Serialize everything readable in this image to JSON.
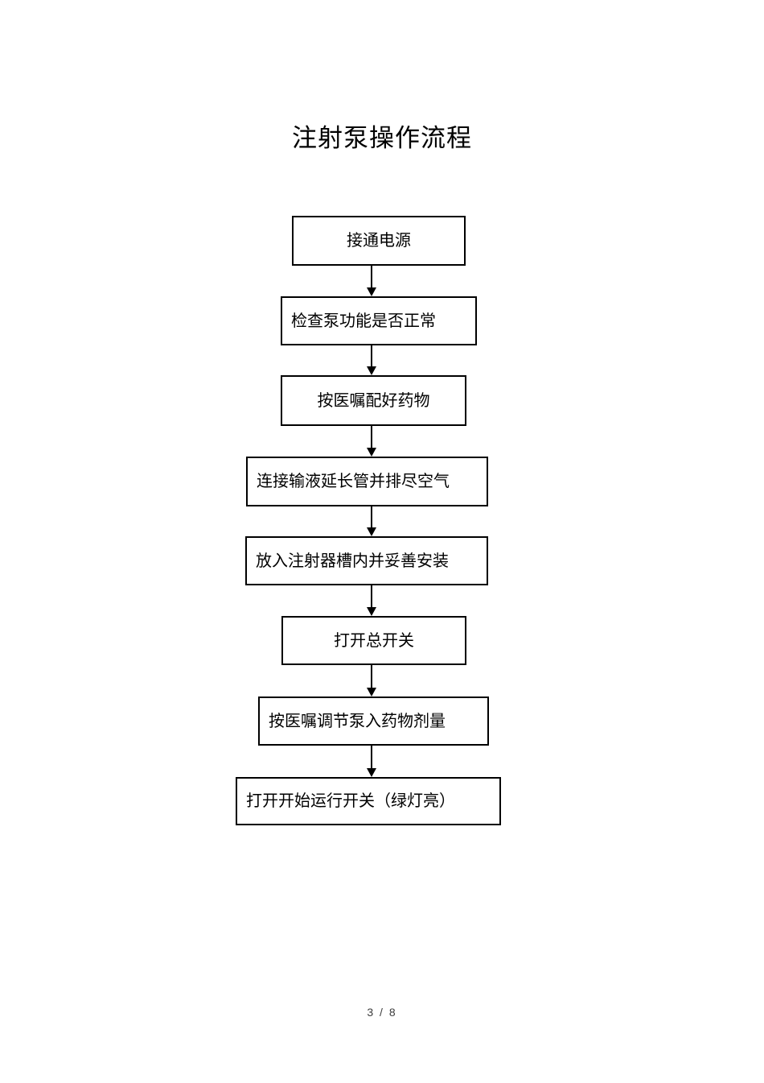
{
  "page": {
    "title": "注射泵操作流程",
    "footer": {
      "page_indicator": "3 / 8"
    }
  },
  "flowchart": {
    "direction": "top-down",
    "connector": "down-arrow",
    "line_color": "#000000",
    "box_background": "#ffffff",
    "steps": [
      {
        "label": "接通电源"
      },
      {
        "label": "检查泵功能是否正常"
      },
      {
        "label": "按医嘱配好药物"
      },
      {
        "label": "连接输液延长管并排尽空气"
      },
      {
        "label": "放入注射器槽内并妥善安装"
      },
      {
        "label": "打开总开关"
      },
      {
        "label": "按医嘱调节泵入药物剂量"
      },
      {
        "label": "打开开始运行开关（绿灯亮）"
      }
    ]
  }
}
